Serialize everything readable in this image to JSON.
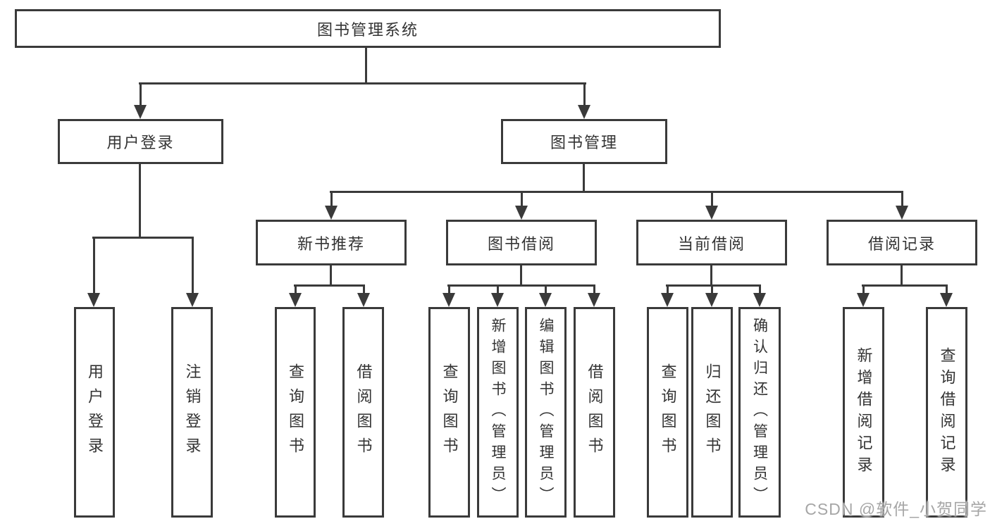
{
  "tree": {
    "root": "图书管理系统",
    "l2": [
      {
        "label": "用户登录",
        "children": [
          "用户登录",
          "注销登录"
        ]
      },
      {
        "label": "图书管理",
        "children": [
          {
            "label": "新书推荐",
            "children": [
              "查询图书",
              "借阅图书"
            ]
          },
          {
            "label": "图书借阅",
            "children": [
              "查询图书",
              "新增图书（管理员）",
              "编辑图书（管理员）",
              "借阅图书"
            ]
          },
          {
            "label": "当前借阅",
            "children": [
              "查询图书",
              "归还图书",
              "确认归还（管理员）"
            ]
          },
          {
            "label": "借阅记录",
            "children": [
              "新增借阅记录",
              "查询借阅记录"
            ]
          }
        ]
      }
    ]
  },
  "watermark": "CSDN @软件_小贺同学",
  "colors": {
    "line": "#3a3a3a",
    "text": "#333333",
    "watermark": "#a6a6a6",
    "background": "#ffffff"
  }
}
